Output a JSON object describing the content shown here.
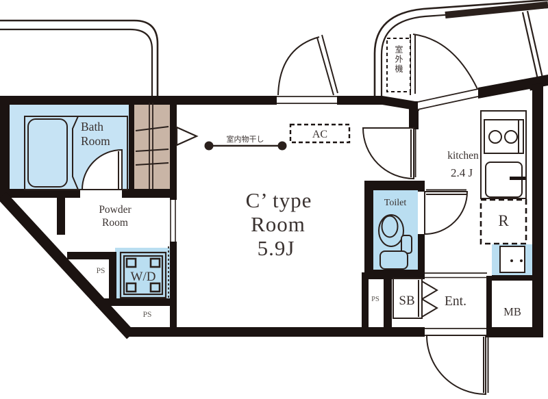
{
  "plan": {
    "title": {
      "line1": "C’ type",
      "line2": "Room",
      "line3": "5.9J"
    },
    "rooms": {
      "bath": {
        "label1": "Bath",
        "label2": "Room"
      },
      "powder": {
        "label1": "Powder",
        "label2": "Room"
      },
      "toilet": {
        "label": "Toilet"
      },
      "kitchen": {
        "label": "kitchen",
        "size": "2.4 J"
      },
      "entrance": {
        "label": "Ent."
      }
    },
    "fixtures": {
      "washer_dryer": "W/D",
      "shoe_box": "SB",
      "meter_box": "MB",
      "refrigerator_space": "R",
      "air_conditioner": "AC",
      "pipe_space": "PS",
      "indoor_laundry_pole": "室内物干し",
      "outdoor_ac_unit": "室外機"
    },
    "colors": {
      "water_area_blue": "#c6e3f4",
      "fixture_blue": "#badef1",
      "closet_tan": "#c9b5a6",
      "wall_black": "#1b1311",
      "line_ink": "#2a201c",
      "label_ink": "#3a3230",
      "ps_gray": "#5a5550"
    }
  }
}
